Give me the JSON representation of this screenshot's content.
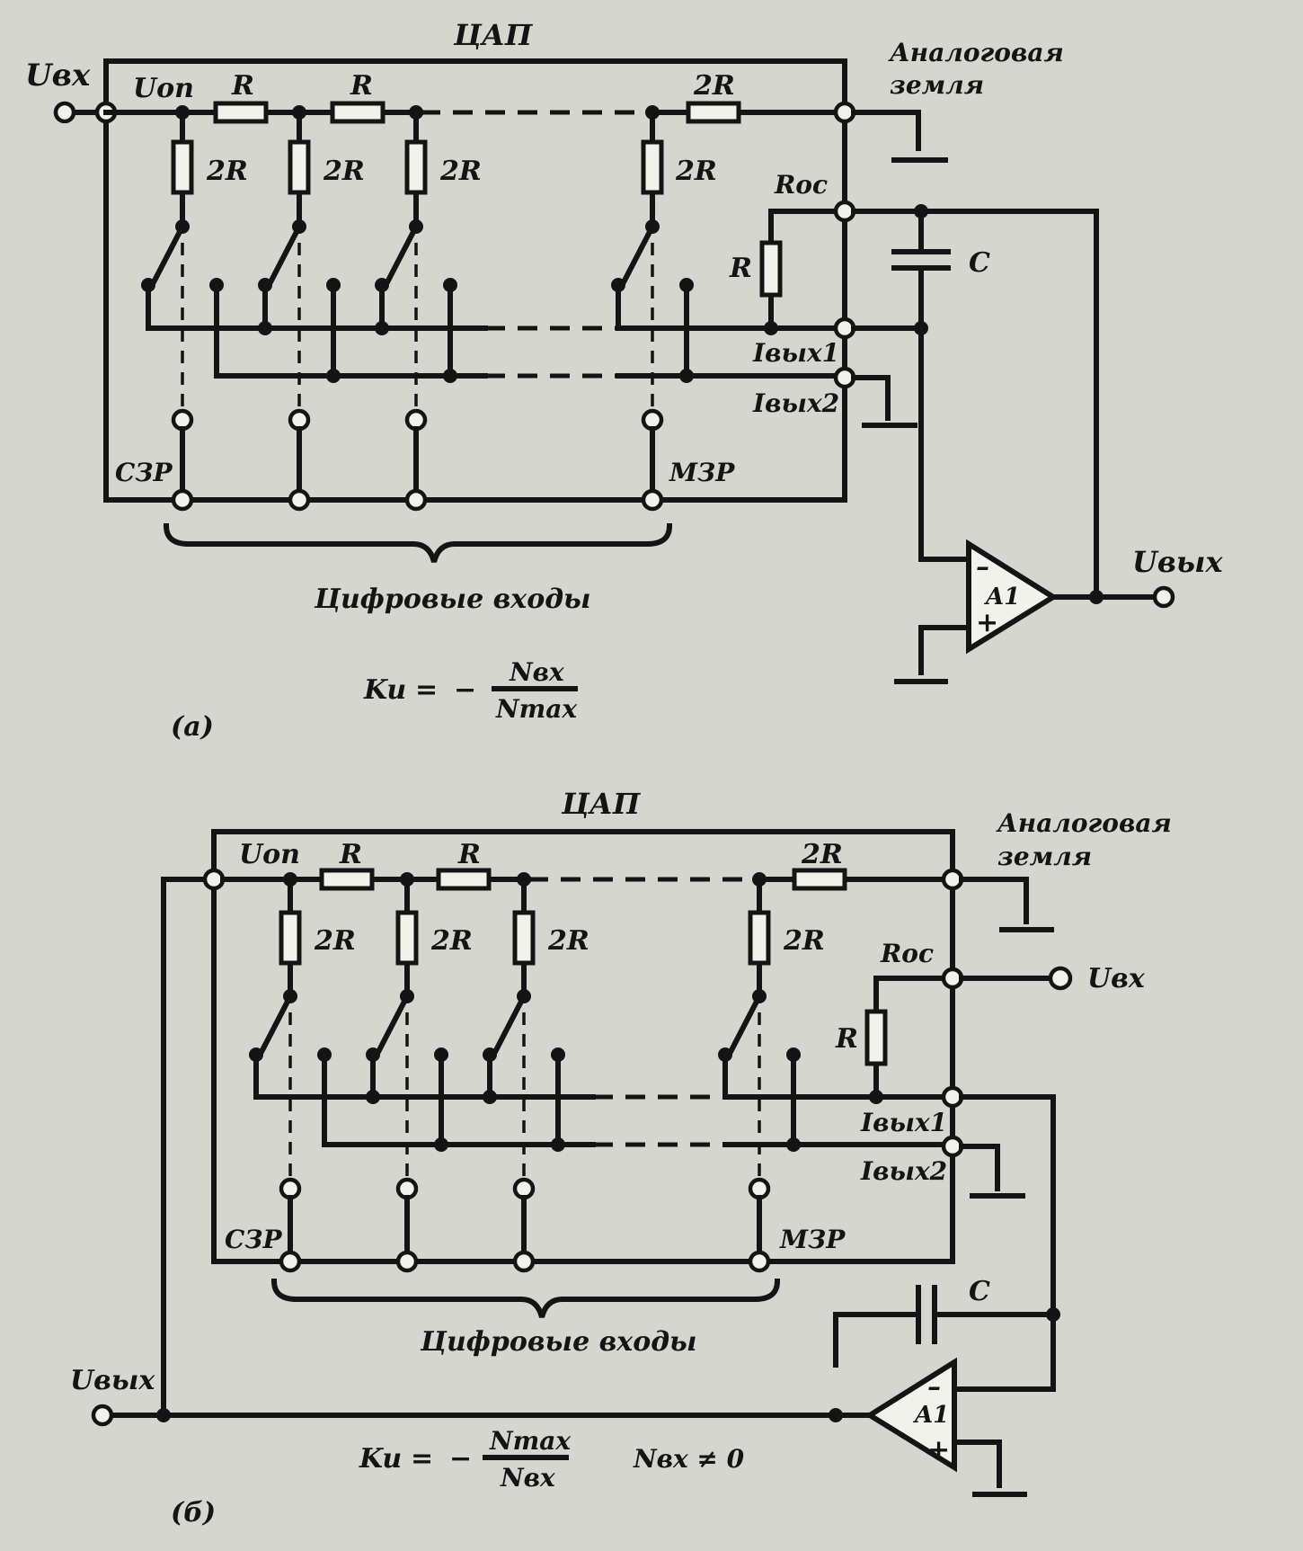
{
  "fig_a": {
    "dac_title": "ЦАП",
    "uin": "Uвх",
    "uref": "Uоп",
    "r": "R",
    "r2": "2R",
    "analog_ground": [
      "Аналоговая",
      "земля"
    ],
    "roc": "Rос",
    "c": "C",
    "iout1": "Iвых1",
    "iout2": "Iвых2",
    "msb": "СЗР",
    "lsb": "МЗР",
    "digital_inputs": "Цифровые входы",
    "amp": "A1",
    "uout": "Uвых",
    "ku": "Ku",
    "eq": "=",
    "minus": "−",
    "num": "Nвх",
    "den": "Nmax",
    "caption": "(a)"
  },
  "fig_b": {
    "dac_title": "ЦАП",
    "uin": "Uвх",
    "uref": "Uоп",
    "r": "R",
    "r2": "2R",
    "analog_ground": [
      "Аналоговая",
      "земля"
    ],
    "roc": "Rос",
    "c": "C",
    "iout1": "Iвых1",
    "iout2": "Iвых2",
    "msb": "СЗР",
    "lsb": "МЗР",
    "digital_inputs": "Цифровые входы",
    "amp": "A1",
    "uout": "Uвых",
    "ku": "Ku",
    "eq": "=",
    "minus": "−",
    "num": "Nmax",
    "den": "Nвх",
    "cond": "Nвх ≠ 0",
    "caption": "(б)"
  }
}
